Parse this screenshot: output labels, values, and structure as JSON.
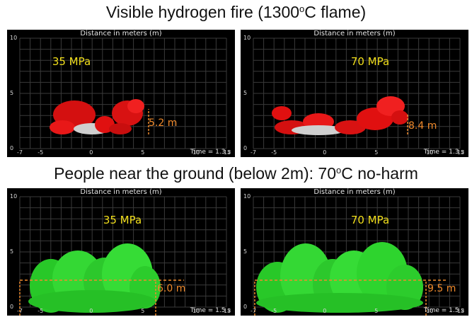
{
  "sections": {
    "flame_heading_pre": "Visible hydrogen fire (1300",
    "flame_heading_sup": "o",
    "flame_heading_post": "C flame)",
    "harm_heading_pre": "People near the ground (below 2m): 70",
    "harm_heading_sup": "o",
    "harm_heading_post": "C no-harm"
  },
  "panels": {
    "top_left": {
      "title": "Distance in meters (m)",
      "pressure": "35 MPa",
      "distance": "5.2 m",
      "time": "Time = 1.3 s"
    },
    "top_right": {
      "title": "Distance in meters (m)",
      "pressure": "70 MPa",
      "distance": "8.4 m",
      "time": "Time = 1.3 s"
    },
    "bottom_left": {
      "title": "Distance in meters (m)",
      "pressure": "35 MPa",
      "distance": "6.0 m",
      "time": "Time = 1.5 s"
    },
    "bottom_right": {
      "title": "Distance in meters (m)",
      "pressure": "70 MPa",
      "distance": "9.5 m",
      "time": "Time = 1.5 s"
    }
  },
  "axes": {
    "x_ticks": [
      "-7",
      "-5",
      "0",
      "5",
      "10",
      "13"
    ],
    "y_ticks": [
      "0",
      "5",
      "10"
    ]
  },
  "colors": {
    "flame": "#e01010",
    "no_harm_zone": "#2fd42f",
    "distance_marker": "#f08a2c",
    "pressure_label": "#f2df1c"
  }
}
